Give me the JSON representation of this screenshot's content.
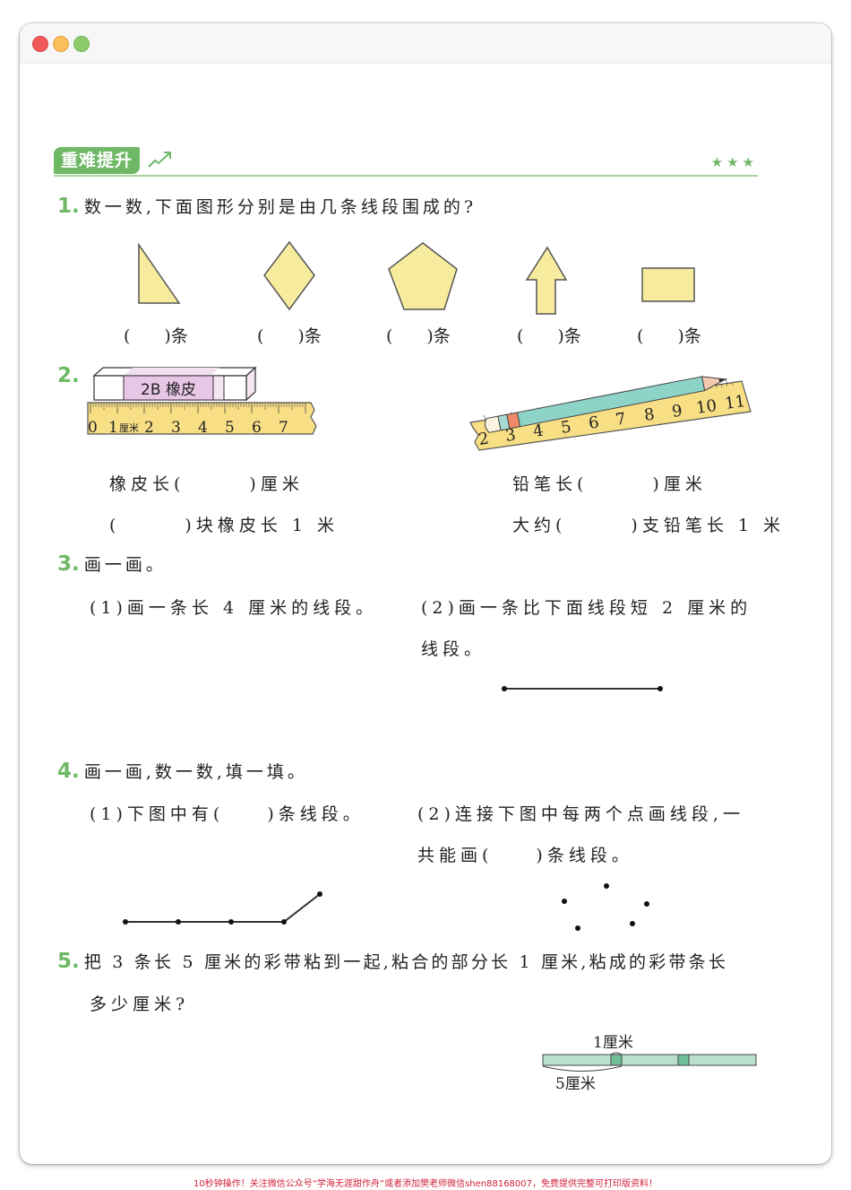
{
  "window": {
    "controls": [
      "close",
      "minimize",
      "maximize"
    ],
    "colors": {
      "close": "#f05a5a",
      "minimize": "#fbbf5a",
      "maximize": "#8ccc6a"
    }
  },
  "section": {
    "title": "重难提升",
    "icon": "trend-up-arrow-icon",
    "difficulty_stars": "★★★",
    "accent_color": "#6fb866"
  },
  "q1": {
    "number": "1.",
    "text": "数一数,下面图形分别是由几条线段围成的?",
    "shapes": [
      {
        "name": "triangle",
        "answer_label": "(　　)条"
      },
      {
        "name": "rhombus",
        "answer_label": "(　　)条"
      },
      {
        "name": "pentagon",
        "answer_label": "(　　)条"
      },
      {
        "name": "arrow",
        "answer_label": "(　　)条"
      },
      {
        "name": "rectangle",
        "answer_label": "(　　)条"
      }
    ],
    "shape_fill": "#f7ec9e"
  },
  "q2": {
    "number": "2.",
    "eraser_label": "2B 橡皮",
    "ruler_left_ticks": [
      "0",
      "1厘米",
      "2",
      "3",
      "4",
      "5",
      "6",
      "7"
    ],
    "ruler_right_ticks": [
      "2",
      "3",
      "4",
      "5",
      "6",
      "7",
      "8",
      "9",
      "10",
      "11"
    ],
    "left_line1": "橡皮长(　　　)厘米",
    "left_line2": "(　　　)块橡皮长 1 米",
    "right_line1": "铅笔长(　　　)厘米",
    "right_line2": "大约(　　　)支铅笔长 1 米"
  },
  "q3": {
    "number": "3.",
    "text": "画一画。",
    "part1": "(1)画一条长 4 厘米的线段。",
    "part2_line1": "(2)画一条比下面线段短 2 厘米的",
    "part2_line2": "线段。"
  },
  "q4": {
    "number": "4.",
    "text": "画一画,数一数,填一填。",
    "part1": "(1)下图中有(　　)条线段。",
    "part2_line1": "(2)连接下图中每两个点画线段,一",
    "part2_line2": "共能画(　　)条线段。"
  },
  "q5": {
    "number": "5.",
    "line1": "把 3 条长 5 厘米的彩带粘到一起,粘合的部分长 1 厘米,粘成的彩带条长",
    "line2": "多少厘米?",
    "label_overlap": "1厘米",
    "label_length": "5厘米",
    "ribbon_color": "#b9e0cc",
    "overlap_color": "#6fbf98"
  },
  "footer": {
    "note": "10秒钟操作！关注微信公众号“学海无涯甜作舟”或者添加樊老师微信shen88168007，免费提供完整可打印版资料！"
  }
}
